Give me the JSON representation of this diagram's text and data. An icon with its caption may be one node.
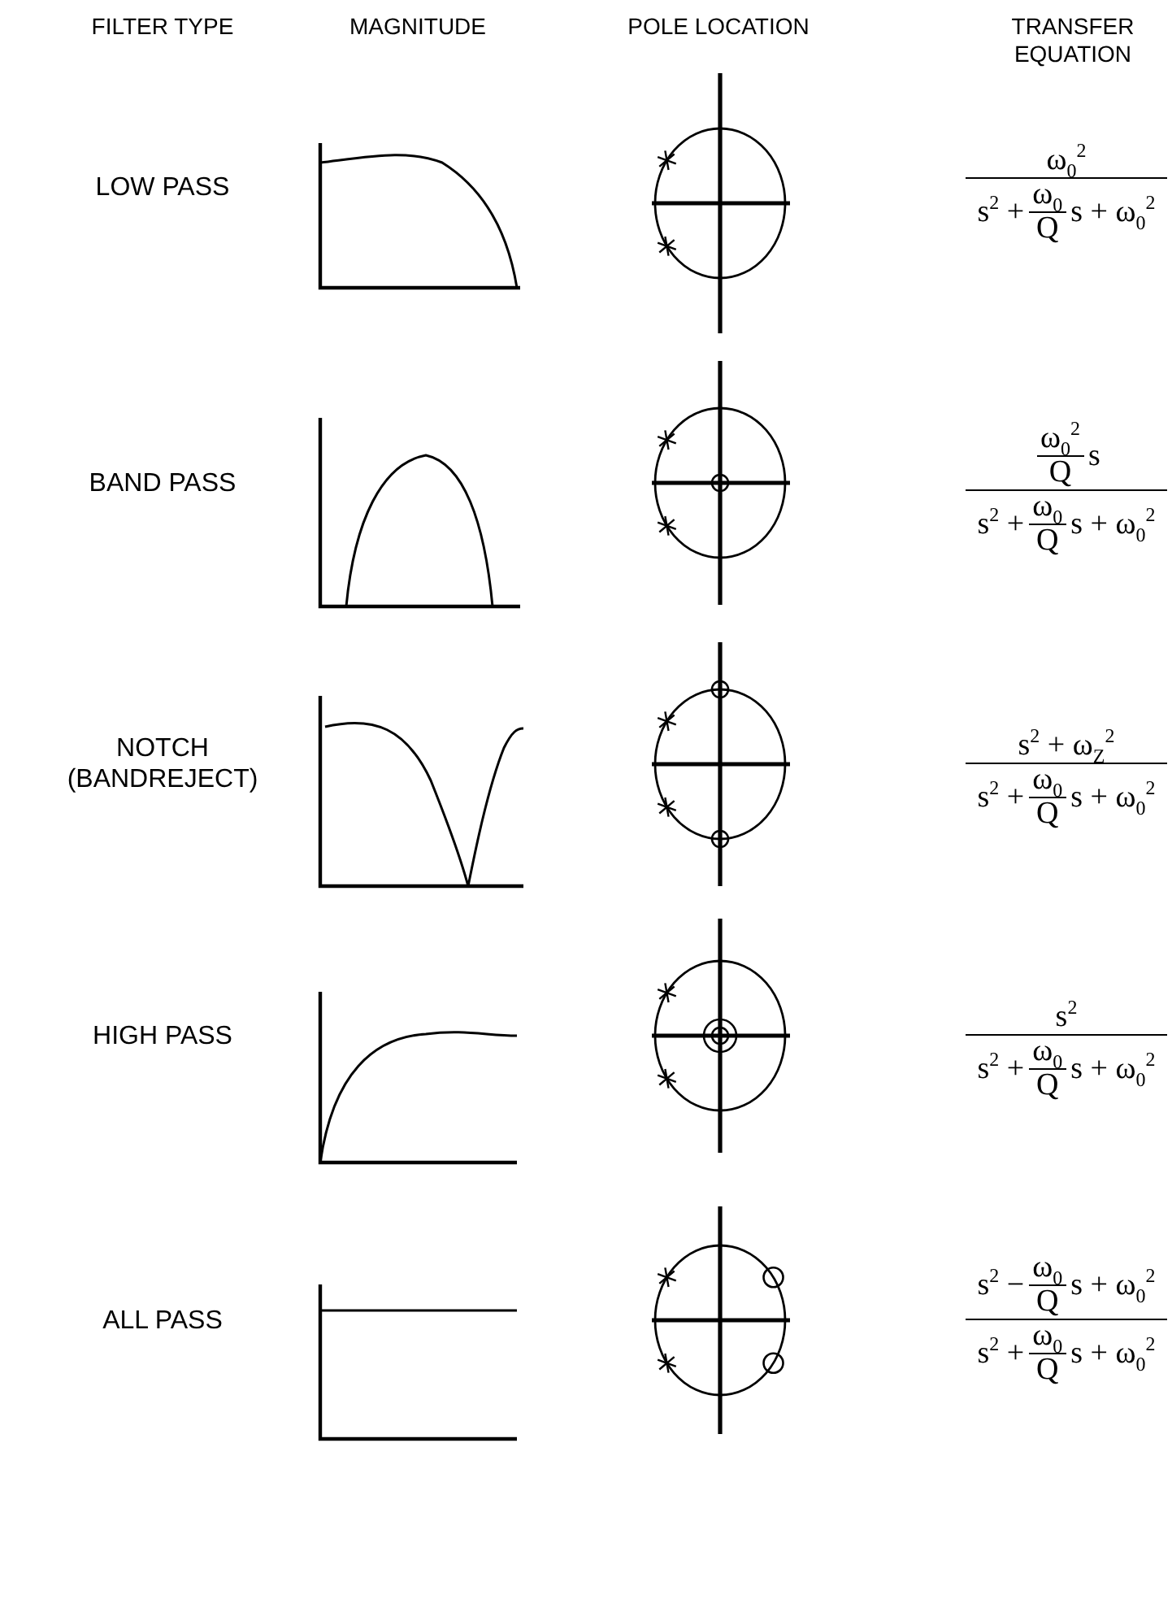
{
  "diagram": {
    "labels": [
      "FILTER TYPE",
      "MAGNITUDE",
      "POLE LOCATION",
      "TRANSFER EQUATION",
      "LOW PASS",
      "ω$_{0}$$^{2}$",
      "s$^{2}$ +",
      "ω$_{0}$",
      "Q",
      "s + ω$_{0}$$^{2}$",
      "BAND PASS",
      "ω$_{0}$$^{2}$",
      "Q",
      "s",
      "s$^{2}$ +",
      "ω$_{0}$",
      "Q",
      "s + ω$_{0}$$^{2}$",
      "NOTCH (BANDREJECT)",
      "s$^{2}$ + ω$_{Z}$$^{2}$",
      "s$^{2}$ +",
      "ω$_{0}$",
      "Q",
      "s + ω$_{0}$$^{2}$",
      "HIGH PASS",
      "s$^{2}$",
      "s$^{2}$ +",
      "ω$_{0}$",
      "Q",
      "s + ω$_{0}$$^{2}$",
      "ALL PASS",
      "s$^{2}$ −",
      "ω$_{0}$",
      "Q",
      "s + ω$_{0}$$^{2}$",
      "s$^{2}$ +",
      "ω$_{0}$",
      "Q",
      "s + ω$_{0}$$^{2}$"
    ]
  }
}
